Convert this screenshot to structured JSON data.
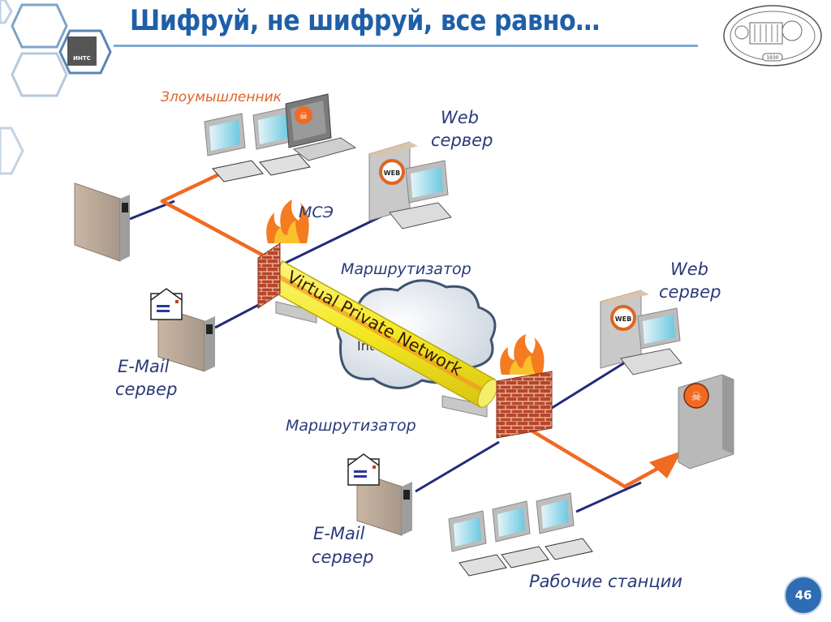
{
  "slide": {
    "title": "Шифруй, не шифруй, все равно…",
    "page_number": "46",
    "logo_text": "ИНТС",
    "seal_year": "1930"
  },
  "diagram": {
    "labels": {
      "attacker": "Злоумышленник",
      "web_server_top_1": "Web",
      "web_server_top_2": "сервер",
      "firewall": "МСЭ",
      "router_top": "Маршрутизатор",
      "web_server_right_1": "Web",
      "web_server_right_2": "сервер",
      "email_left_1": "E-Mail",
      "email_left_2": "сервер",
      "router_bottom": "Маршрутизатор",
      "email_bottom_1": "E-Mail",
      "email_bottom_2": "сервер",
      "workstations": "Рабочие станции",
      "vpn_tunnel": "Virtual Private Network",
      "cloud_text": "Internet",
      "web_badge": "WEB"
    },
    "colors": {
      "title_blue": "#1f5fa8",
      "label_navy": "#2a3a7a",
      "attack_orange": "#f06a22",
      "link_navy": "#232a7a",
      "vpn_yellow": "#f5ee2a",
      "brick_red": "#b8452a"
    }
  }
}
